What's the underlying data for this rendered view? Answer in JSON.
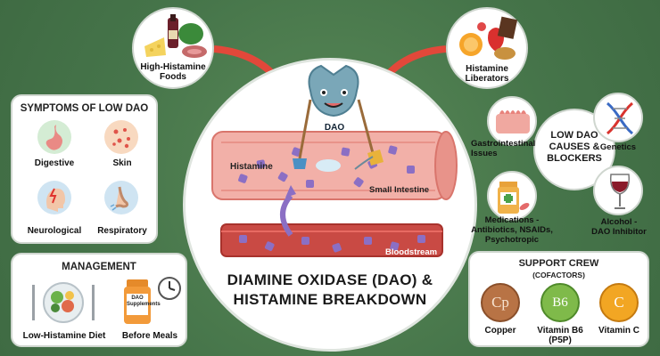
{
  "food_bubbles": {
    "high_histamine": "High-Histamine\nFoods",
    "liberators": "Histamine\nLiberators"
  },
  "symptoms": {
    "title": "SYMPTOMS OF LOW DAO",
    "items": [
      {
        "label": "Digestive"
      },
      {
        "label": "Skin"
      },
      {
        "label": "Neurological"
      },
      {
        "label": "Respiratory"
      }
    ]
  },
  "management": {
    "title": "MANAGEMENT",
    "items": [
      {
        "label": "Low-Histamine Diet"
      },
      {
        "label": "Before Meals"
      }
    ],
    "bottle_text": "DAO\nSupplements"
  },
  "center": {
    "title_line1": "DIAMINE OXIDASE (DAO) &",
    "title_line2": "HISTAMINE BREAKDOWN",
    "mascot_label": "DAO",
    "histamine_label": "Histamine",
    "intestine_label": "Small Intestine",
    "bloodstream_label": "Bloodstream"
  },
  "causes": {
    "center_text": "LOW DAO\nCAUSES &\nBLOCKERS",
    "items": [
      {
        "label": "Gastrointestinal\nIssues"
      },
      {
        "label": "Genetics"
      },
      {
        "label": "Medications -\nAntibiotics, NSAIDs,\nPsychotropic"
      },
      {
        "label": "Alcohol -\nDAO Inhibitor"
      }
    ]
  },
  "support": {
    "title": "SUPPORT CREW",
    "subtitle": "(COFACTORS)",
    "items": [
      {
        "symbol": "Cp",
        "label": "Copper",
        "color": "#b87345"
      },
      {
        "symbol": "B6",
        "label": "Vitamin B6\n(P5P)",
        "color": "#7fba4a"
      },
      {
        "symbol": "C",
        "label": "Vitamin C",
        "color": "#f2a623"
      }
    ]
  },
  "colors": {
    "background": "#4a7a48",
    "arrow_red": "#e2483a",
    "vessel_red": "#e8837c",
    "mascot_blue": "#7aa7b8",
    "molecule_purple": "#8b6fc4"
  }
}
